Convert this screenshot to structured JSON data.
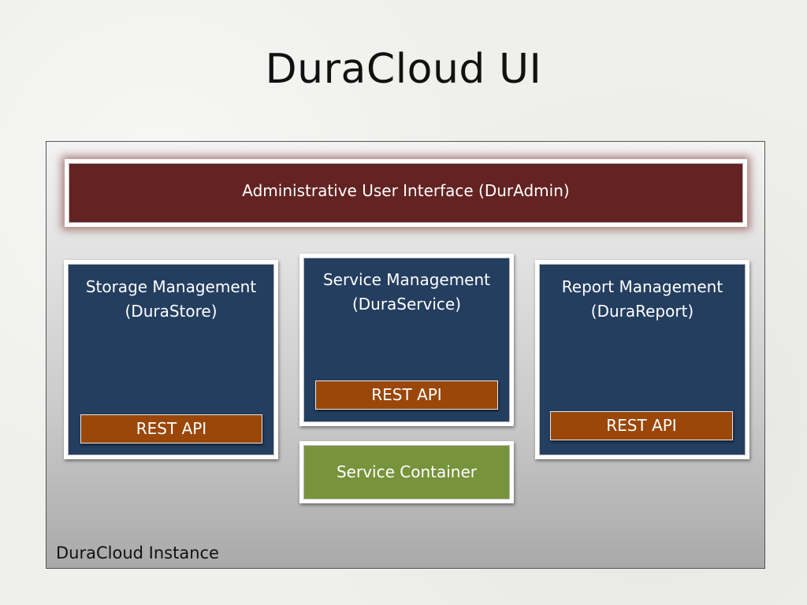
{
  "slide": {
    "title": "DuraCloud UI"
  },
  "instance": {
    "label": "DuraCloud Instance"
  },
  "admin": {
    "label": "Administrative User Interface (DurAdmin)"
  },
  "modules": [
    {
      "name": "Storage Management",
      "subtitle": "(DuraStore)",
      "api": "REST API"
    },
    {
      "name": "Service Management",
      "subtitle": "(DuraService)",
      "api": "REST API"
    },
    {
      "name": "Report Management",
      "subtitle": "(DuraReport)",
      "api": "REST API"
    }
  ],
  "service_container": {
    "label": "Service Container"
  },
  "colors": {
    "admin": "#632322",
    "module": "#243e5f",
    "rest_api": "#9a4709",
    "service_container": "#77933c"
  }
}
